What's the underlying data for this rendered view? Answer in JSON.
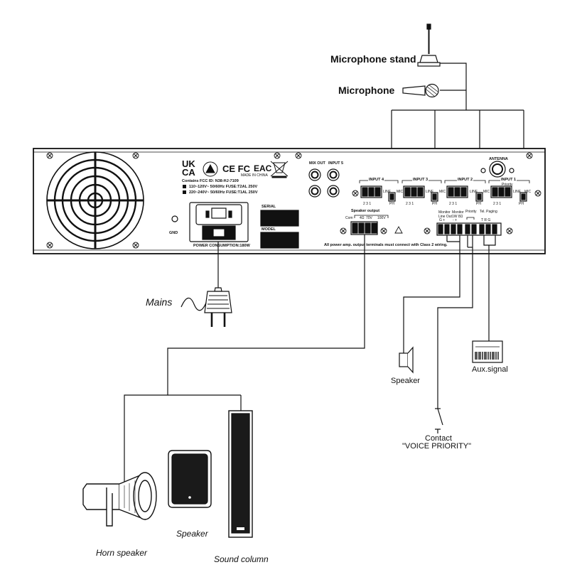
{
  "labels": {
    "microphone_stand": "Microphone stand",
    "microphone": "Microphone",
    "mains": "Mains",
    "speaker_right": "Speaker",
    "aux_signal": "Aux.signal",
    "contact_line1": "Contact",
    "contact_line2": "\"VOICE PRIORITY\"",
    "speaker_left": "Speaker",
    "horn_speaker": "Horn speaker",
    "sound_column": "Sound column"
  },
  "panel": {
    "uk": "UK",
    "ca": "CA",
    "ce_fc": "CE FC",
    "eac": "EAC",
    "made_in_china": "MADE IN CHINA",
    "fcc_id": "Contains FCC ID: N38-HJ-7109",
    "fuse_1": "110~120V~ 50/60Hz FUSE:T2AL 250V",
    "fuse_2": "220~240V~ 50/60Hz FUSE:T1AL 250V",
    "serial": "SERIAL",
    "model": "MODEL",
    "gnd": "GND",
    "power_consumption": "POWER CONSUMPTION:180W",
    "mix_out": "MIX OUT",
    "input5": "INPUT 5",
    "input4": "INPUT 4",
    "input3": "INPUT 3",
    "input2": "INPUT 2",
    "input1": "INPUT 1",
    "priority": "Priority",
    "antenna": "ANTENNA",
    "line": "LINE",
    "mic": "MIC",
    "ph": "PH",
    "pin_nums": "2  3  1",
    "speaker_output": "Speaker output",
    "com": "Com",
    "ohm4": "4Ω",
    "v70": "70V",
    "v100": "100V",
    "monitor_line_out": "Monitor Line Out",
    "monitor_1w": "Monitor 1W 8Ω",
    "priority_small": "Priority",
    "tel_paging": "Tel. Paging",
    "g_plus": "G  +",
    "minus_plus": "-  +",
    "trg": "T  R  G",
    "warning": "All power amp. output terminals must connect with Class 2 wiring."
  }
}
